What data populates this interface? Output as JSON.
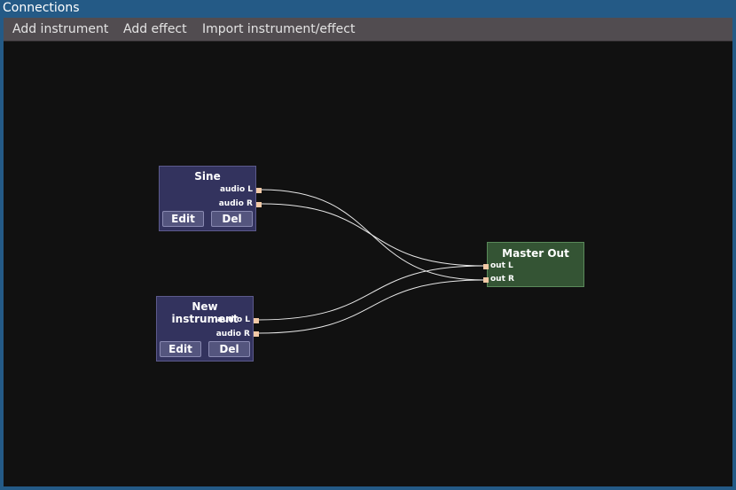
{
  "window": {
    "title": "Connections"
  },
  "menu": {
    "add_instrument": "Add instrument",
    "add_effect": "Add effect",
    "import": "Import instrument/effect"
  },
  "nodes": {
    "sine": {
      "title": "Sine",
      "ports": [
        "audio L",
        "audio R"
      ],
      "edit": "Edit",
      "del": "Del"
    },
    "new_instrument": {
      "title": "New instrument",
      "ports": [
        "audio L",
        "audio R"
      ],
      "edit": "Edit",
      "del": "Del"
    },
    "master": {
      "title": "Master Out",
      "ports": [
        "out L",
        "out R"
      ]
    }
  },
  "connections": [
    {
      "from": "Sine audio L",
      "to": "Master Out out R"
    },
    {
      "from": "Sine audio R",
      "to": "Master Out out L"
    },
    {
      "from": "New instrument audio L",
      "to": "Master Out out L"
    },
    {
      "from": "New instrument audio R",
      "to": "Master Out out R"
    }
  ],
  "colors": {
    "background": "#111111",
    "menubar": "#514c50",
    "instrument_node": "#33335e",
    "master_node": "#345434",
    "port": "#f2c9a6",
    "wire": "#e8e8e8"
  }
}
